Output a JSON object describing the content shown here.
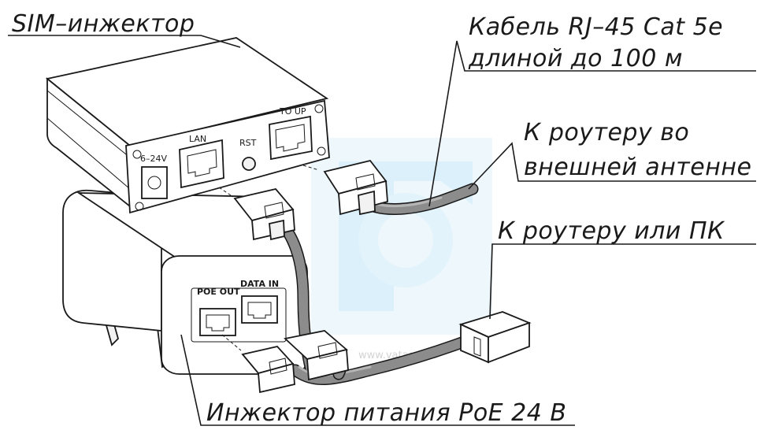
{
  "labels": {
    "sim_injector": "SIM–инжектор",
    "cable_line1": "Кабель RJ–45 Cat 5e",
    "cable_line2": "длиной до 100 м",
    "external_line1": "К роутеру во",
    "external_line2": "внешней антенне",
    "router_pc": "К роутеру или ПК",
    "poe_injector": "Инжектор питания PoE 24 В"
  },
  "ports": {
    "power": "6–24V",
    "lan": "LAN",
    "reset": "RST",
    "to_up": "TO UP",
    "poe_out": "POE OUT",
    "data_in": "DATA IN"
  },
  "watermark": {
    "text": "www.vataga.ua"
  }
}
